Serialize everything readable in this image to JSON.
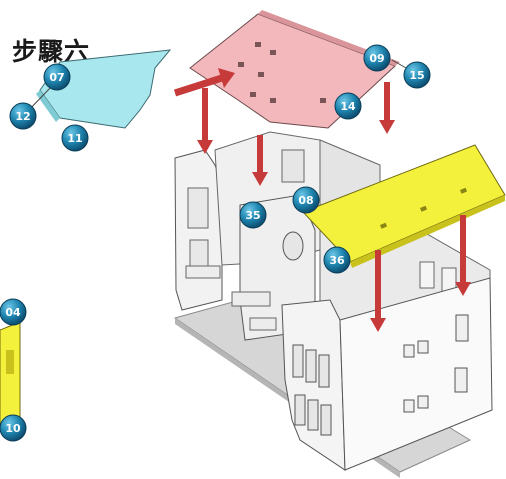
{
  "step": {
    "title": "步驟六"
  },
  "badges": [
    "07",
    "12",
    "11",
    "09",
    "15",
    "14",
    "08",
    "35",
    "36",
    "04",
    "10"
  ],
  "colors": {
    "roof_pink": "#f3b8bc",
    "panel_cyan": "#a9e7ee",
    "roof_yellow": "#f4f13c",
    "arrow_red": "#c73a3a",
    "badge_blue": "#1f86b0",
    "model_white": "#f2f2f2",
    "base_gray": "#d9d9d9"
  }
}
